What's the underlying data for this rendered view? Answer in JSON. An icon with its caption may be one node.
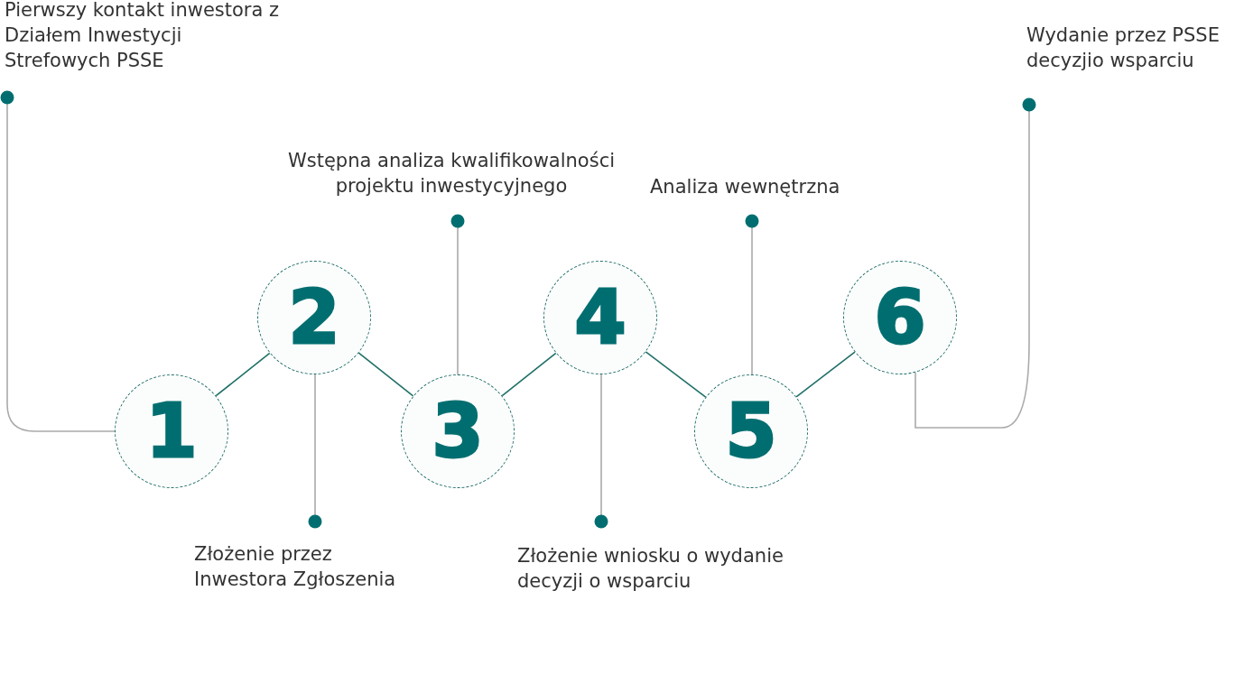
{
  "diagram": {
    "nodes": [
      {
        "text": [
          "1"
        ]
      },
      {
        "text": [
          "2"
        ]
      },
      {
        "text": [
          "3"
        ]
      },
      {
        "text": [
          "4"
        ]
      },
      {
        "text": [
          "5"
        ]
      },
      {
        "text": [
          "6"
        ]
      },
      {
        "text": [
          "Pierwszy kontakt inwestora z Działem Inwestycji Strefowych PSSE"
        ]
      },
      {
        "text": [
          "Złożenie przez Inwestora Zgłoszenia"
        ]
      },
      {
        "text": [
          "Wstępna analiza kwalifikowalności projektu inwestycyjnego"
        ]
      },
      {
        "text": [
          "Złożenie wniosku o wydanie decyzji o wsparciu"
        ]
      },
      {
        "text": [
          "Analiza wewnętrzna"
        ]
      },
      {
        "text": [
          "Wydanie przez PSSE decyzjio wsparciu"
        ]
      }
    ],
    "edges": [
      {
        "from": 0,
        "to": 1,
        "arrow": "none",
        "color": "#1f6f68"
      },
      {
        "from": 1,
        "to": 2,
        "arrow": "none",
        "color": "#1f6f68"
      },
      {
        "from": 2,
        "to": 3,
        "arrow": "none",
        "color": "#1f6f68"
      },
      {
        "from": 3,
        "to": 4,
        "arrow": "none",
        "color": "#1f6f68"
      },
      {
        "from": 4,
        "to": 5,
        "arrow": "none",
        "color": "#1f6f68"
      },
      {
        "from": 6,
        "to": 0,
        "arrow": "other"
      },
      {
        "from": 7,
        "to": 1,
        "arrow": "other"
      },
      {
        "from": 8,
        "to": 2,
        "arrow": "other"
      },
      {
        "from": 9,
        "to": 3,
        "arrow": "other"
      },
      {
        "from": 10,
        "to": 4,
        "arrow": "other"
      },
      {
        "from": 11,
        "to": 5,
        "arrow": "other"
      }
    ]
  }
}
